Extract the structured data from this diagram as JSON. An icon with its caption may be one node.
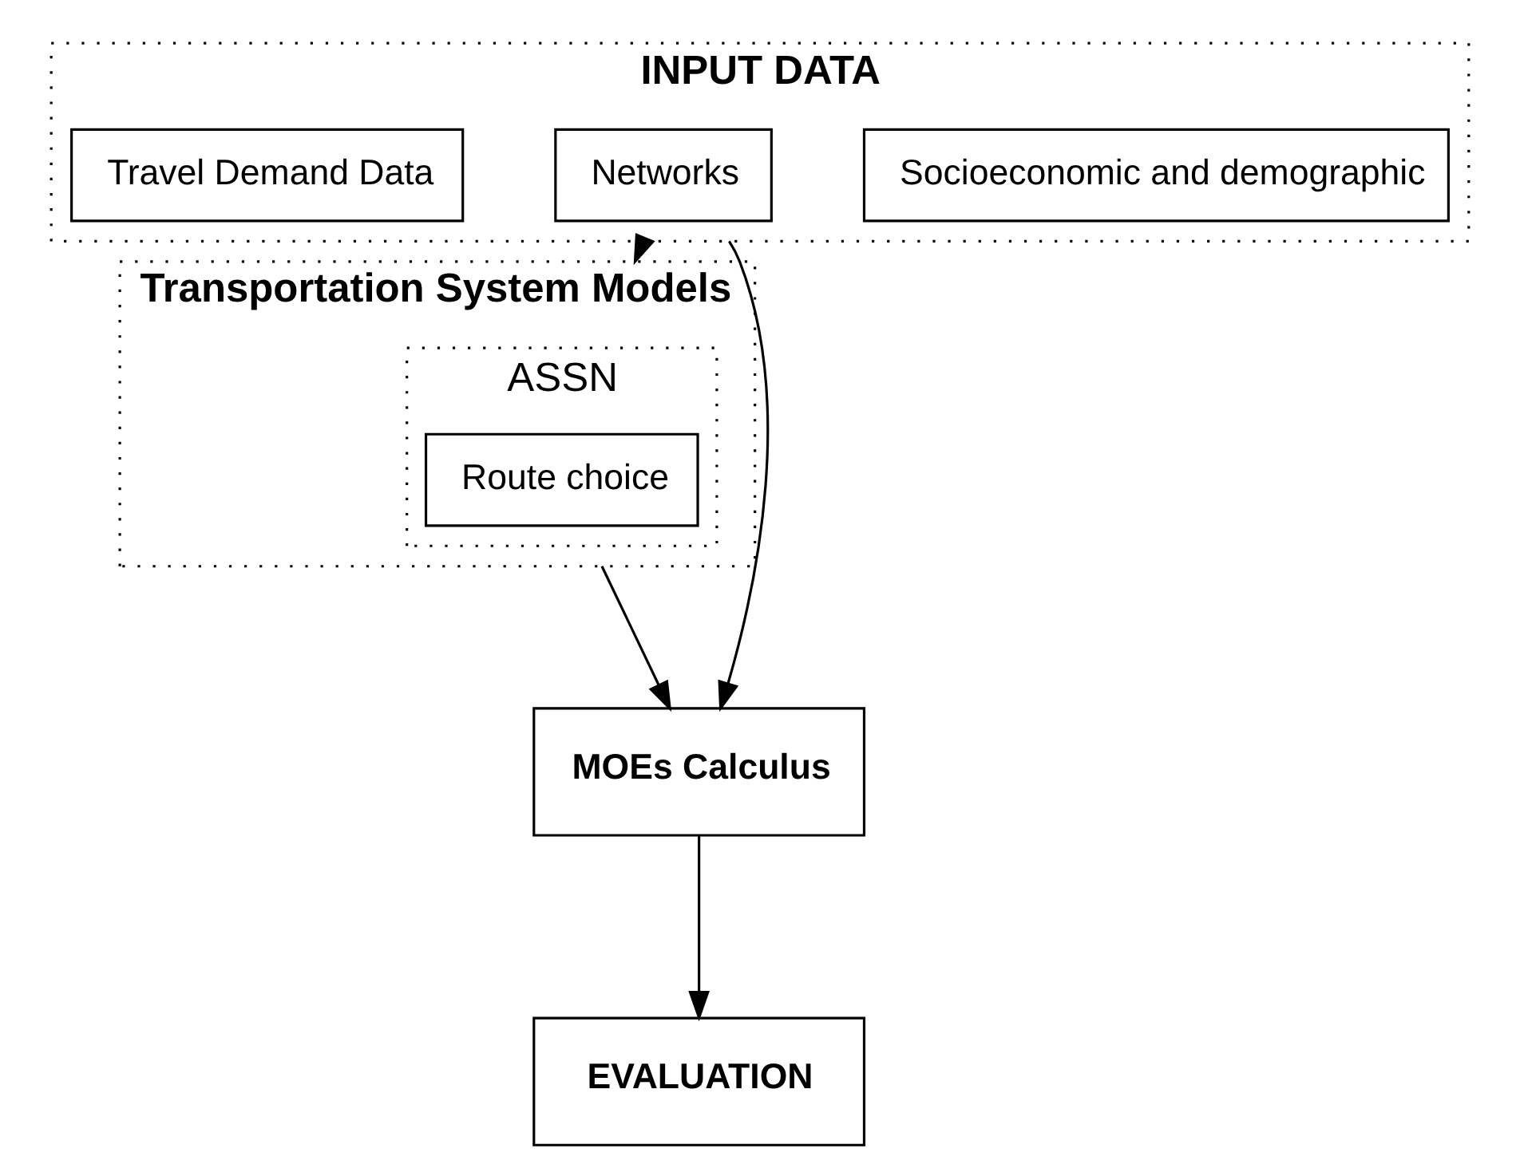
{
  "diagram": {
    "nodes": [
      {
        "text": [
          "INPUT DATA"
        ]
      },
      {
        "text": [
          "Socioeconomic and demographic"
        ],
        "in": 0
      },
      {
        "text": [
          "Networks"
        ],
        "in": 0
      },
      {
        "text": [
          "Travel Demand Data"
        ],
        "in": 0
      },
      {
        "text": [
          "Transportation System Models"
        ]
      },
      {
        "text": [
          "ASSN"
        ],
        "in": 4
      },
      {
        "text": [
          "Route choice"
        ],
        "in": 5
      },
      {
        "text": [
          "MOEs Calculus"
        ]
      },
      {
        "text": [
          "EVALUATION"
        ]
      }
    ],
    "edges": [
      {
        "from": 0,
        "to": 4,
        "arrow": "to"
      },
      {
        "from": 0,
        "to": 7,
        "arrow": "to"
      },
      {
        "from": 4,
        "to": 7,
        "arrow": "to"
      },
      {
        "from": 7,
        "to": 8,
        "arrow": "to"
      }
    ]
  }
}
